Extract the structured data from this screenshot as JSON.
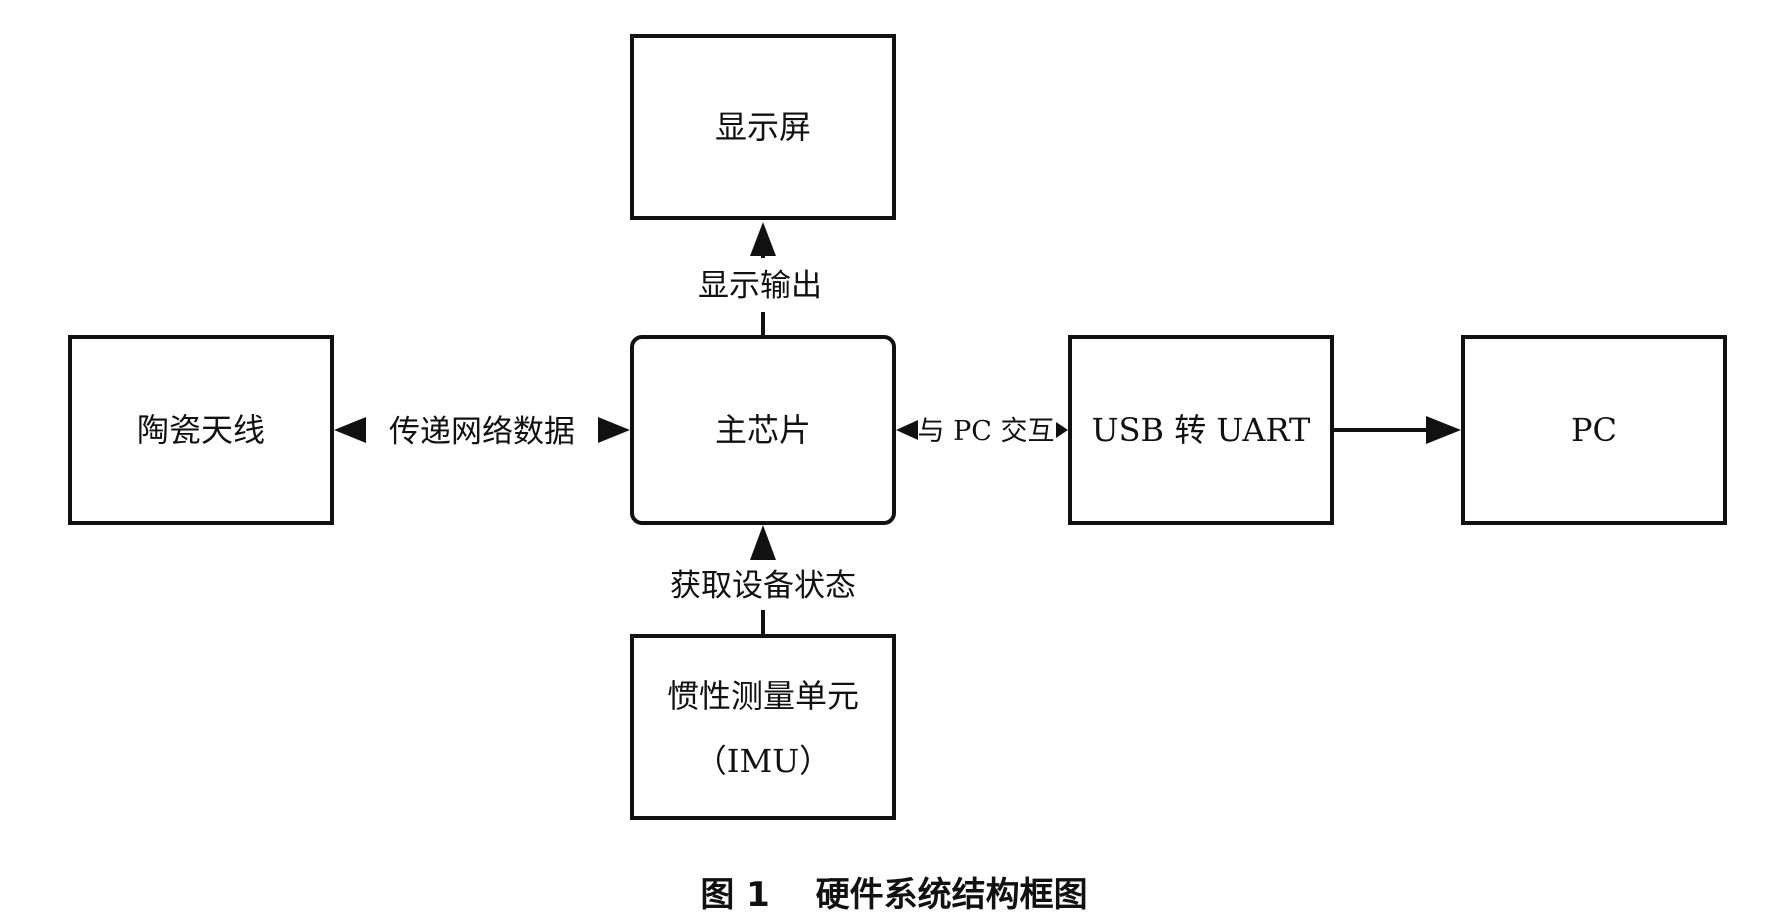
{
  "diagram": {
    "nodes": {
      "display": {
        "label": "显示屏"
      },
      "antenna": {
        "label": "陶瓷天线"
      },
      "main_chip": {
        "label": "主芯片"
      },
      "usb_uart": {
        "label": "USB 转 UART"
      },
      "pc": {
        "label": "PC"
      },
      "imu": {
        "label_line1": "惯性测量单元",
        "label_line2": "（IMU）"
      }
    },
    "edges": {
      "display_output": {
        "label": "显示输出",
        "from": "主芯片",
        "to": "显示屏"
      },
      "network_data": {
        "label": "传递网络数据",
        "from": "陶瓷天线",
        "to": "主芯片",
        "bidirectional": true
      },
      "pc_interaction": {
        "label": "与 PC 交互",
        "from": "主芯片",
        "to": "USB 转 UART",
        "bidirectional": true
      },
      "usb_to_pc": {
        "label": "",
        "from": "USB 转 UART",
        "to": "PC"
      },
      "device_status": {
        "label": "获取设备状态",
        "from": "惯性测量单元",
        "to": "主芯片"
      }
    }
  },
  "caption": "图 1　 硬件系统结构框图"
}
